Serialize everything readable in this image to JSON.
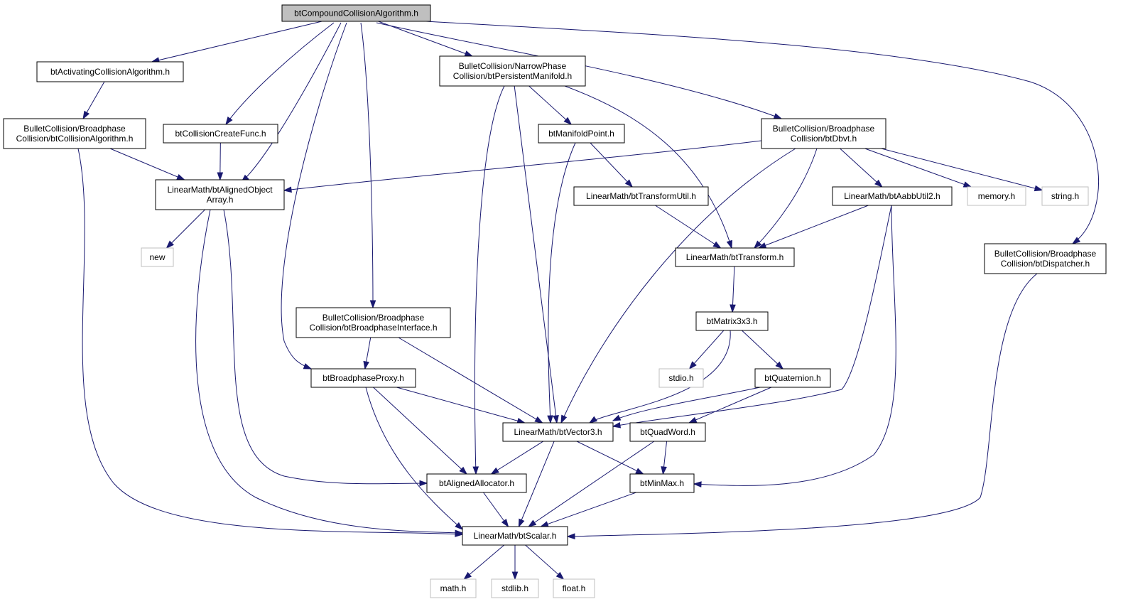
{
  "diagram": {
    "title": "btCompoundCollisionAlgorithm.h",
    "nodes": [
      {
        "id": "root",
        "lines": [
          "btCompoundCollisionAlgorithm.h"
        ],
        "kind": "root"
      },
      {
        "id": "activating",
        "lines": [
          "btActivatingCollisionAlgorithm.h"
        ],
        "kind": "local"
      },
      {
        "id": "persistent",
        "lines": [
          "BulletCollision/NarrowPhase",
          "Collision/btPersistentManifold.h"
        ],
        "kind": "local"
      },
      {
        "id": "collalgo",
        "lines": [
          "BulletCollision/Broadphase",
          "Collision/btCollisionAlgorithm.h"
        ],
        "kind": "local"
      },
      {
        "id": "createfunc",
        "lines": [
          "btCollisionCreateFunc.h"
        ],
        "kind": "local"
      },
      {
        "id": "manifoldpoint",
        "lines": [
          "btManifoldPoint.h"
        ],
        "kind": "local"
      },
      {
        "id": "dbvt",
        "lines": [
          "BulletCollision/Broadphase",
          "Collision/btDbvt.h"
        ],
        "kind": "local"
      },
      {
        "id": "alignedarray",
        "lines": [
          "LinearMath/btAlignedObject",
          "Array.h"
        ],
        "kind": "local"
      },
      {
        "id": "transformutil",
        "lines": [
          "LinearMath/btTransformUtil.h"
        ],
        "kind": "local"
      },
      {
        "id": "aabbutil",
        "lines": [
          "LinearMath/btAabbUtil2.h"
        ],
        "kind": "local"
      },
      {
        "id": "memory",
        "lines": [
          "memory.h"
        ],
        "kind": "external"
      },
      {
        "id": "string",
        "lines": [
          "string.h"
        ],
        "kind": "external"
      },
      {
        "id": "new",
        "lines": [
          "new"
        ],
        "kind": "external"
      },
      {
        "id": "transform",
        "lines": [
          "LinearMath/btTransform.h"
        ],
        "kind": "local"
      },
      {
        "id": "dispatcher",
        "lines": [
          "BulletCollision/Broadphase",
          "Collision/btDispatcher.h"
        ],
        "kind": "local"
      },
      {
        "id": "bpinterface",
        "lines": [
          "BulletCollision/Broadphase",
          "Collision/btBroadphaseInterface.h"
        ],
        "kind": "local"
      },
      {
        "id": "matrix",
        "lines": [
          "btMatrix3x3.h"
        ],
        "kind": "local"
      },
      {
        "id": "stdio",
        "lines": [
          "stdio.h"
        ],
        "kind": "external"
      },
      {
        "id": "bpproxy",
        "lines": [
          "btBroadphaseProxy.h"
        ],
        "kind": "local"
      },
      {
        "id": "quaternion",
        "lines": [
          "btQuaternion.h"
        ],
        "kind": "local"
      },
      {
        "id": "vector3",
        "lines": [
          "LinearMath/btVector3.h"
        ],
        "kind": "local"
      },
      {
        "id": "quadword",
        "lines": [
          "btQuadWord.h"
        ],
        "kind": "local"
      },
      {
        "id": "allocator",
        "lines": [
          "btAlignedAllocator.h"
        ],
        "kind": "local"
      },
      {
        "id": "minmax",
        "lines": [
          "btMinMax.h"
        ],
        "kind": "local"
      },
      {
        "id": "scalar",
        "lines": [
          "LinearMath/btScalar.h"
        ],
        "kind": "local"
      },
      {
        "id": "math",
        "lines": [
          "math.h"
        ],
        "kind": "external"
      },
      {
        "id": "stdlib",
        "lines": [
          "stdlib.h"
        ],
        "kind": "external"
      },
      {
        "id": "float",
        "lines": [
          "float.h"
        ],
        "kind": "external"
      }
    ],
    "edges": [
      {
        "from": "root",
        "to": "activating"
      },
      {
        "from": "root",
        "to": "createfunc"
      },
      {
        "from": "root",
        "to": "alignedarray"
      },
      {
        "from": "root",
        "to": "bpproxy"
      },
      {
        "from": "root",
        "to": "bpinterface"
      },
      {
        "from": "root",
        "to": "persistent"
      },
      {
        "from": "root",
        "to": "dbvt"
      },
      {
        "from": "root",
        "to": "dispatcher"
      },
      {
        "from": "activating",
        "to": "collalgo"
      },
      {
        "from": "collalgo",
        "to": "alignedarray"
      },
      {
        "from": "collalgo",
        "to": "scalar"
      },
      {
        "from": "createfunc",
        "to": "alignedarray"
      },
      {
        "from": "persistent",
        "to": "manifoldpoint"
      },
      {
        "from": "persistent",
        "to": "allocator"
      },
      {
        "from": "persistent",
        "to": "vector3"
      },
      {
        "from": "persistent",
        "to": "transform"
      },
      {
        "from": "manifoldpoint",
        "to": "transformutil"
      },
      {
        "from": "manifoldpoint",
        "to": "vector3"
      },
      {
        "from": "dbvt",
        "to": "alignedarray"
      },
      {
        "from": "dbvt",
        "to": "vector3"
      },
      {
        "from": "dbvt",
        "to": "transform"
      },
      {
        "from": "dbvt",
        "to": "aabbutil"
      },
      {
        "from": "dbvt",
        "to": "memory"
      },
      {
        "from": "dbvt",
        "to": "string"
      },
      {
        "from": "alignedarray",
        "to": "new"
      },
      {
        "from": "alignedarray",
        "to": "scalar"
      },
      {
        "from": "alignedarray",
        "to": "allocator"
      },
      {
        "from": "transformutil",
        "to": "transform"
      },
      {
        "from": "aabbutil",
        "to": "transform"
      },
      {
        "from": "aabbutil",
        "to": "vector3"
      },
      {
        "from": "aabbutil",
        "to": "minmax"
      },
      {
        "from": "transform",
        "to": "matrix"
      },
      {
        "from": "dispatcher",
        "to": "scalar"
      },
      {
        "from": "bpinterface",
        "to": "bpproxy"
      },
      {
        "from": "bpinterface",
        "to": "vector3"
      },
      {
        "from": "matrix",
        "to": "stdio"
      },
      {
        "from": "matrix",
        "to": "vector3"
      },
      {
        "from": "matrix",
        "to": "quaternion"
      },
      {
        "from": "bpproxy",
        "to": "vector3"
      },
      {
        "from": "bpproxy",
        "to": "allocator"
      },
      {
        "from": "bpproxy",
        "to": "scalar"
      },
      {
        "from": "quaternion",
        "to": "vector3"
      },
      {
        "from": "quaternion",
        "to": "quadword"
      },
      {
        "from": "vector3",
        "to": "allocator"
      },
      {
        "from": "vector3",
        "to": "scalar"
      },
      {
        "from": "vector3",
        "to": "minmax"
      },
      {
        "from": "quadword",
        "to": "minmax"
      },
      {
        "from": "quadword",
        "to": "scalar"
      },
      {
        "from": "allocator",
        "to": "scalar"
      },
      {
        "from": "minmax",
        "to": "scalar"
      },
      {
        "from": "scalar",
        "to": "math"
      },
      {
        "from": "scalar",
        "to": "stdlib"
      },
      {
        "from": "scalar",
        "to": "float"
      }
    ],
    "colors": {
      "edge": "#191970",
      "root_fill": "#bfbfbf",
      "local_border": "#000000",
      "external_border": "#bfbfbf"
    }
  }
}
